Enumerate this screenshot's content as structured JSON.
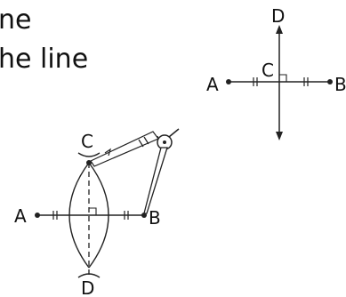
{
  "text": {
    "line1": "ne",
    "line2": "he line"
  },
  "top_diagram": {
    "label_A": "A",
    "label_B": "B",
    "label_C": "C",
    "label_D": "D"
  },
  "bottom_diagram": {
    "label_A": "A",
    "label_B": "B",
    "label_C": "C",
    "label_D": "D"
  }
}
